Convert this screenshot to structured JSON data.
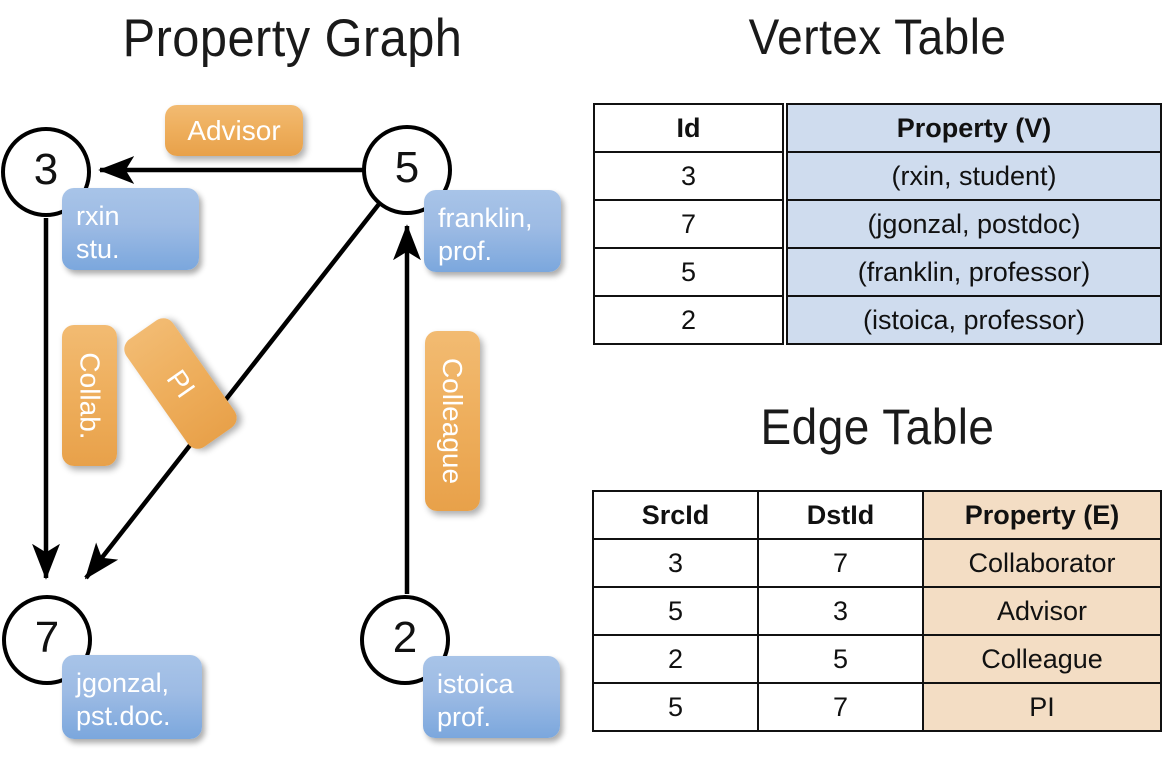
{
  "titles": {
    "graph": "Property Graph",
    "vertex": "Vertex Table",
    "edge": "Edge Table"
  },
  "graph": {
    "nodes": [
      {
        "id": "3",
        "property_line1": "rxin",
        "property_line2": "stu."
      },
      {
        "id": "5",
        "property_line1": "franklin,",
        "property_line2": "prof."
      },
      {
        "id": "7",
        "property_line1": "jgonzal,",
        "property_line2": "pst.doc."
      },
      {
        "id": "2",
        "property_line1": "istoica",
        "property_line2": "prof."
      }
    ],
    "edge_labels": [
      {
        "label": "Advisor",
        "orientation": "horizontal"
      },
      {
        "label": "Collab.",
        "orientation": "vertical"
      },
      {
        "label": "PI",
        "orientation": "diagonal"
      },
      {
        "label": "Colleague",
        "orientation": "vertical"
      }
    ]
  },
  "vertex_table": {
    "headers": [
      "Id",
      "Property (V)"
    ],
    "rows": [
      {
        "id": "3",
        "property": "(rxin, student)"
      },
      {
        "id": "7",
        "property": "(jgonzal, postdoc)"
      },
      {
        "id": "5",
        "property": "(franklin, professor)"
      },
      {
        "id": "2",
        "property": "(istoica, professor)"
      }
    ]
  },
  "edge_table": {
    "headers": [
      "SrcId",
      "DstId",
      "Property (E)"
    ],
    "rows": [
      {
        "src": "3",
        "dst": "7",
        "property": "Collaborator"
      },
      {
        "src": "5",
        "dst": "3",
        "property": "Advisor"
      },
      {
        "src": "2",
        "dst": "5",
        "property": "Colleague"
      },
      {
        "src": "5",
        "dst": "7",
        "property": "PI"
      }
    ]
  },
  "colors": {
    "vertex_box": "#9dbbe4",
    "edge_box": "#eeae5c",
    "vertex_table_fill": "#cfdcee",
    "edge_table_fill": "#f3ddc4",
    "stroke": "#000000",
    "background": "#ffffff"
  }
}
